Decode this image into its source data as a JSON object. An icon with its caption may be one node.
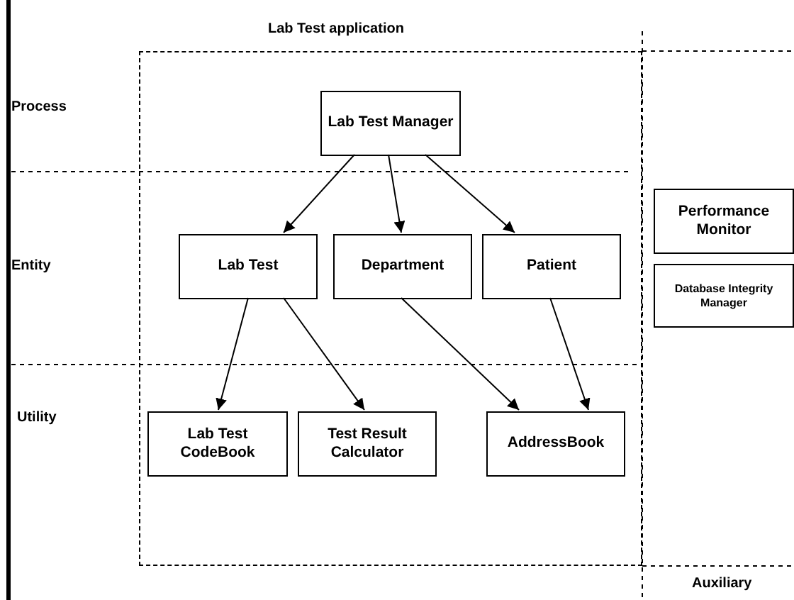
{
  "diagram": {
    "nodes": [
      {
        "text": [
          "Lab Test application"
        ]
      },
      {
        "text": [
          "Lab Test Manager"
        ],
        "in": 0
      },
      {
        "text": [
          "Lab Test"
        ],
        "in": 0
      },
      {
        "text": [
          "Department"
        ],
        "in": 0
      },
      {
        "text": [
          "Patient"
        ],
        "in": 0
      },
      {
        "text": [
          "Lab Test CodeBook"
        ],
        "in": 0
      },
      {
        "text": [
          "Test Result Calculator"
        ],
        "in": 0
      },
      {
        "text": [
          "AddressBook"
        ],
        "in": 0
      },
      {
        "text": [
          "Performance Monitor"
        ]
      },
      {
        "text": [
          "Database Integrity Manager"
        ]
      }
    ],
    "edges": [
      {
        "from": 1,
        "to": 2,
        "arrow": "to"
      },
      {
        "from": 1,
        "to": 3,
        "arrow": "to"
      },
      {
        "from": 1,
        "to": 4,
        "arrow": "to"
      },
      {
        "from": 2,
        "to": 5,
        "arrow": "to"
      },
      {
        "from": 2,
        "to": 6,
        "arrow": "to"
      },
      {
        "from": 3,
        "to": 7,
        "arrow": "to"
      },
      {
        "from": 4,
        "to": 7,
        "arrow": "to"
      }
    ],
    "labels": [
      "Process",
      "Entity",
      "Utility",
      "Auxiliary"
    ]
  }
}
